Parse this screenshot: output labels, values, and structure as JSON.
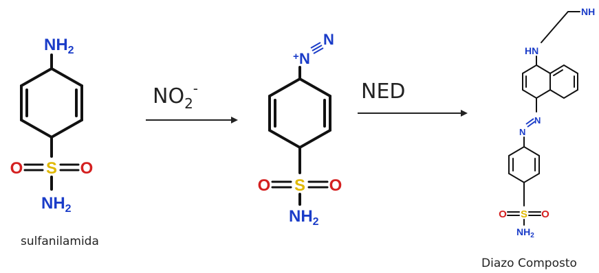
{
  "reaction": {
    "arrow1_reagent": {
      "main": "NO",
      "sub": "2",
      "sup": "-"
    },
    "arrow2_reagent": "NED"
  },
  "molecules": {
    "sulfanilamide": {
      "top_group": {
        "main": "NH",
        "sub": "2"
      },
      "bottom_group": {
        "main": "NH",
        "sub": "2"
      },
      "oxygen_left": "O",
      "oxygen_right": "O",
      "sulfur": "S",
      "caption": "sulfanilamida"
    },
    "diazonium": {
      "charge": "+",
      "n1": "N",
      "n2": "N",
      "bottom_group": {
        "main": "NH",
        "sub": "2"
      },
      "oxygen_left": "O",
      "oxygen_right": "O",
      "sulfur": "S"
    },
    "azo_compound": {
      "nh_top": "NH",
      "hn_label": "HN",
      "azo_n1": "N",
      "azo_n2": "N",
      "oxygen_left": "O",
      "oxygen_right": "O",
      "sulfur": "S",
      "bottom_group": {
        "main": "NH",
        "sub": "2"
      },
      "caption": "Diazo Composto"
    }
  },
  "colors": {
    "nitrogen": "#1a3cc8",
    "oxygen": "#d42020",
    "sulfur": "#e0b800",
    "bond": "#111111",
    "text": "#222222"
  }
}
